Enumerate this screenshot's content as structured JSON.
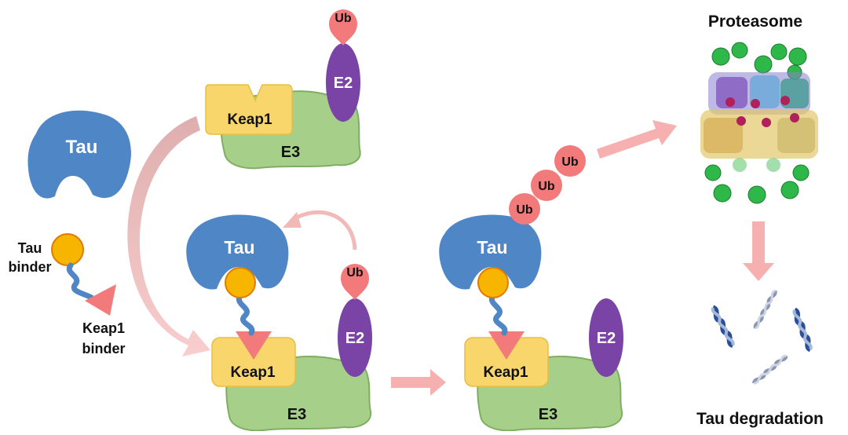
{
  "labels": {
    "tau": "Tau",
    "keap1": "Keap1",
    "e3": "E3",
    "e2": "E2",
    "ub": "Ub",
    "tau_binder_line1": "Tau",
    "tau_binder_line2": "binder",
    "keap1_binder_line1": "Keap1",
    "keap1_binder_line2": "binder",
    "proteasome": "Proteasome",
    "tau_degradation": "Tau degradation"
  },
  "colors": {
    "tau": "#4f86c6",
    "keap1": "#f8d66b",
    "e3": "#a6d08a",
    "e2": "#7a43a6",
    "ub": "#f27a7a",
    "binder_ball": "#f7b500",
    "linker": "#4f86c6",
    "keap1_binder": "#f27a7a",
    "arrow": "#f6b0b0"
  }
}
